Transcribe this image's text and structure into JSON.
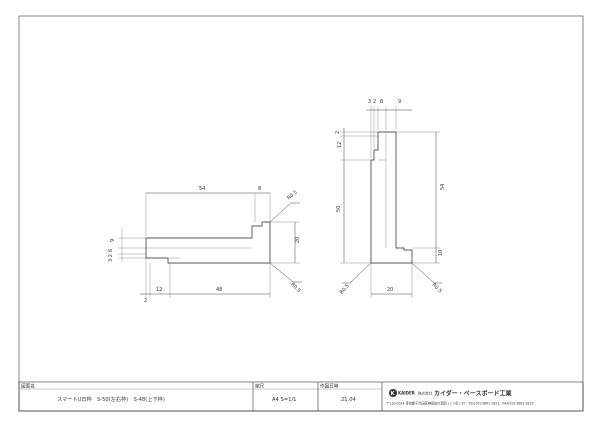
{
  "drawing": {
    "dims_left": {
      "top_54": "54",
      "top_8": "8",
      "r_top": "R0.5",
      "left_9": "9",
      "left_6": "6",
      "left_32": "3 2",
      "right_20": "20",
      "r_bottom": "R0.5",
      "bottom_2": "2",
      "bottom_12": "12",
      "bottom_48": "48"
    },
    "dims_right": {
      "top_3": "3",
      "top_2": "2",
      "top_6": "6",
      "top_9": "9",
      "left_2": "2",
      "left_12": "12",
      "left_50": "50",
      "right_54": "54",
      "right_10": "10",
      "r_left": "R0.5",
      "r_right": "R0.5",
      "bottom_20": "20"
    }
  },
  "title_block": {
    "name_label": "図面名",
    "name_value": "スマートU日枠　S-50(左右枠)　S-48(上下枠)",
    "scale_label": "縮尺",
    "scale_value": "A4 S=1/1",
    "date_label": "作図日時",
    "date_value": "21.04",
    "logo_text": "KAIDER",
    "company_prefix": "株式会社",
    "company_name": "カイダー・ベースボード工業",
    "company_address": "〒110-0024 東京都千代田区神田佐久間町 ( ﾋﾞﾙ名 ) 2F　TEL(03)-3861-1821　FAX(03)-3861-1823"
  }
}
